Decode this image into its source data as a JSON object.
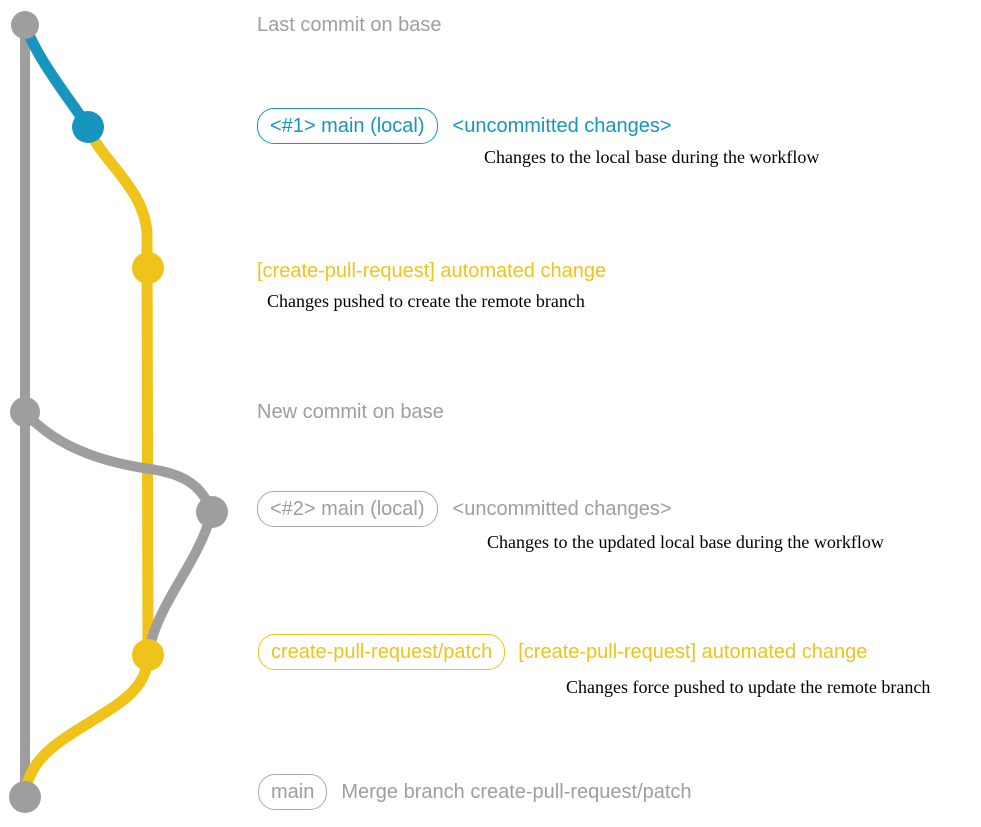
{
  "colors": {
    "base_gray": "#9e9e9e",
    "local_main_teal": "#1795be",
    "patch_yellow": "#efc319",
    "description_ink": "#000000",
    "background": "#ffffff"
  },
  "graph": {
    "branches": [
      {
        "name": "base",
        "color": "#9e9e9e"
      },
      {
        "name": "main (local)",
        "color": "#1795be"
      },
      {
        "name": "create-pull-request/patch",
        "color": "#efc319"
      }
    ],
    "commit_dots": [
      {
        "id": "last-commit-on-base",
        "color": "#9e9e9e"
      },
      {
        "id": "local-main-1",
        "color": "#1795be"
      },
      {
        "id": "automated-change-1",
        "color": "#efc319"
      },
      {
        "id": "new-commit-on-base",
        "color": "#9e9e9e"
      },
      {
        "id": "local-main-2",
        "color": "#9e9e9e"
      },
      {
        "id": "automated-change-2",
        "color": "#efc319"
      },
      {
        "id": "merge-commit",
        "color": "#9e9e9e"
      }
    ]
  },
  "annotations": {
    "row1": {
      "text": "Last commit on base"
    },
    "row2": {
      "badge": "<#1> main (local)",
      "heading": "<uncommitted changes>",
      "desc": "Changes to the local base during the workflow"
    },
    "row3": {
      "heading": "[create-pull-request] automated change",
      "desc": "Changes pushed to create the remote branch"
    },
    "row4": {
      "text": "New commit on base"
    },
    "row5": {
      "badge": "<#2> main (local)",
      "heading": "<uncommitted changes>",
      "desc": "Changes to the updated local base during the workflow"
    },
    "row6": {
      "badge": "create-pull-request/patch",
      "heading": "[create-pull-request] automated change",
      "desc": "Changes force pushed to update the remote branch"
    },
    "row7": {
      "badge": "main",
      "text": "Merge branch create-pull-request/patch"
    }
  }
}
